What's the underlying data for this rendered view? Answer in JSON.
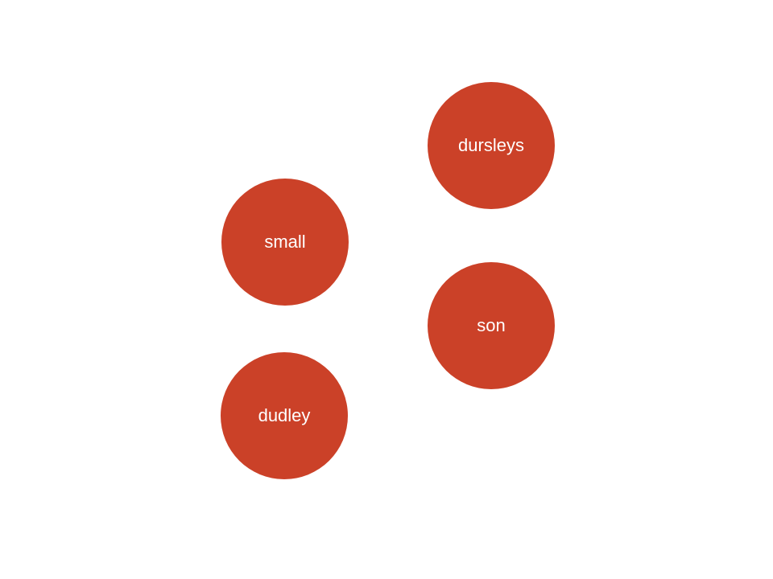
{
  "colors": {
    "node_fill": "#CB4128",
    "label": "#FFFFFF",
    "background": "#FFFFFF"
  },
  "nodes": [
    {
      "id": "dursleys",
      "label": "dursleys"
    },
    {
      "id": "small",
      "label": "small"
    },
    {
      "id": "son",
      "label": "son"
    },
    {
      "id": "dudley",
      "label": "dudley"
    }
  ]
}
